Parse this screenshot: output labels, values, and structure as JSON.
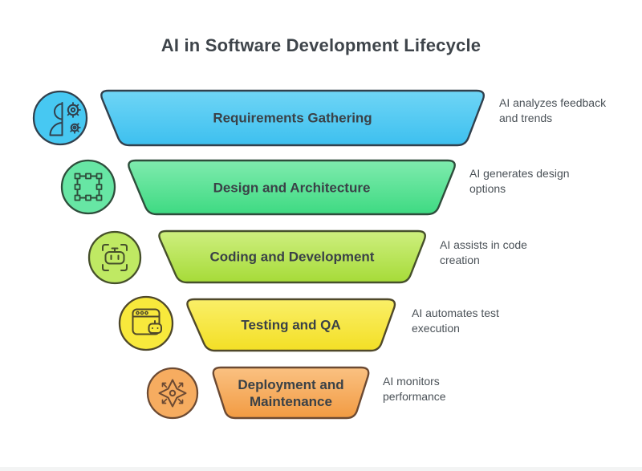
{
  "title": "AI in Software Development Lifecycle",
  "colors": {
    "background": "#ffffff",
    "title_text": "#3e444a",
    "label_text": "#3a4147",
    "desc_text": "#4a5157",
    "footer_strip": "#f3f4f4"
  },
  "stages": [
    {
      "label": "Requirements Gathering",
      "desc_lines": [
        "AI analyzes feedback",
        "and trends"
      ],
      "icon": "person-gears-icon",
      "fill_top": "#6fd5f6",
      "fill_bottom": "#3dc0ef",
      "icon_fill": "#47c8f2",
      "stroke": "#31404d"
    },
    {
      "label": "Design and Architecture",
      "desc_lines": [
        "AI generates design",
        "options"
      ],
      "icon": "selection-frame-icon",
      "fill_top": "#7febae",
      "fill_bottom": "#3eda82",
      "icon_fill": "#67e6a4",
      "stroke": "#2e4d3b"
    },
    {
      "label": "Coding and Development",
      "desc_lines": [
        "AI assists in code",
        "creation"
      ],
      "icon": "robot-scan-icon",
      "fill_top": "#ceef7f",
      "fill_bottom": "#a6db38",
      "icon_fill": "#bfe963",
      "stroke": "#46502b"
    },
    {
      "label": "Testing and QA",
      "desc_lines": [
        "AI automates test",
        "execution"
      ],
      "icon": "browser-robot-icon",
      "fill_top": "#faef68",
      "fill_bottom": "#f3df25",
      "icon_fill": "#f8e93c",
      "stroke": "#4f482a"
    },
    {
      "label": "Deployment and Maintenance",
      "desc_lines": [
        "AI monitors",
        "performance"
      ],
      "icon": "compass-star-icon",
      "fill_top": "#fac182",
      "fill_bottom": "#f29b42",
      "icon_fill": "#f6ac60",
      "stroke": "#6c4a33"
    }
  ]
}
